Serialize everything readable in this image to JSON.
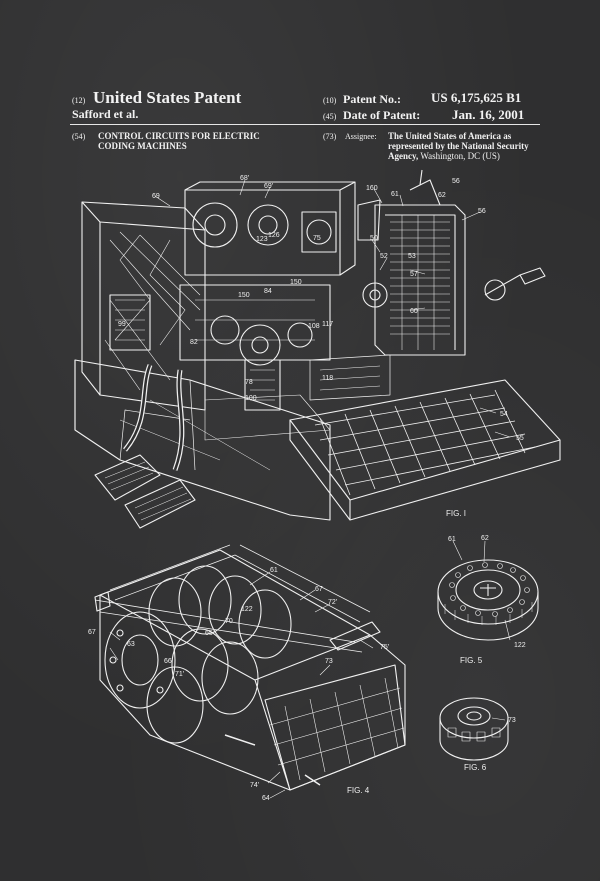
{
  "header": {
    "kind_code": "(12)",
    "title": "United States Patent",
    "inventors": "Safford et al.",
    "patent_no_code": "(10)",
    "patent_no_label": "Patent No.:",
    "patent_no": "US 6,175,625 B1",
    "date_code": "(45)",
    "date_label": "Date of Patent:",
    "date": "Jan. 16, 2001",
    "title_code": "(54)",
    "invention_title_1": "CONTROL CIRCUITS FOR ELECTRIC",
    "invention_title_2": "CODING MACHINES",
    "assignee_code": "(73)",
    "assignee_label": "Assignee:",
    "assignee_1": "The United States of America as",
    "assignee_2": "represented by the National Security",
    "assignee_3_bold": "Agency,",
    "assignee_3_rest": "Washington, DC (US)"
  },
  "figures": {
    "fig1": "FIG. I",
    "fig4": "FIG. 4",
    "fig5": "FIG. 5",
    "fig6": "FIG. 6"
  },
  "reference_numerals": {
    "n69": "69",
    "n68p": "68'",
    "n69p": "69'",
    "n160": "160",
    "n61": "61",
    "n56a": "56",
    "n62": "62",
    "n56b": "56",
    "n50": "50",
    "n52": "52",
    "n53": "53",
    "n57": "57",
    "n60": "60",
    "n123": "123",
    "n126": "126",
    "n75": "75",
    "n150a": "150",
    "n84": "84",
    "n150b": "150",
    "n99": "99",
    "n82": "82",
    "n108": "108",
    "n117": "117",
    "n78": "78",
    "n100": "100",
    "n118": "118",
    "n54": "54",
    "n55": "55",
    "f5_61": "61",
    "f5_62": "62",
    "f5_122": "122",
    "f6_73": "73",
    "f4_61": "61",
    "f4_67": "67",
    "f4_72p": "72'",
    "f4_67b": "67",
    "f4_63": "63",
    "f4_66": "66",
    "f4_71p": "71'",
    "f4_73": "73",
    "f4_75p": "75'",
    "f4_74p": "74'",
    "f4_64": "64",
    "f4_65": "65",
    "f4_70": "70",
    "f4_122": "122"
  },
  "colors": {
    "background": "#2f2f30",
    "ink": "#f2f2f2"
  }
}
